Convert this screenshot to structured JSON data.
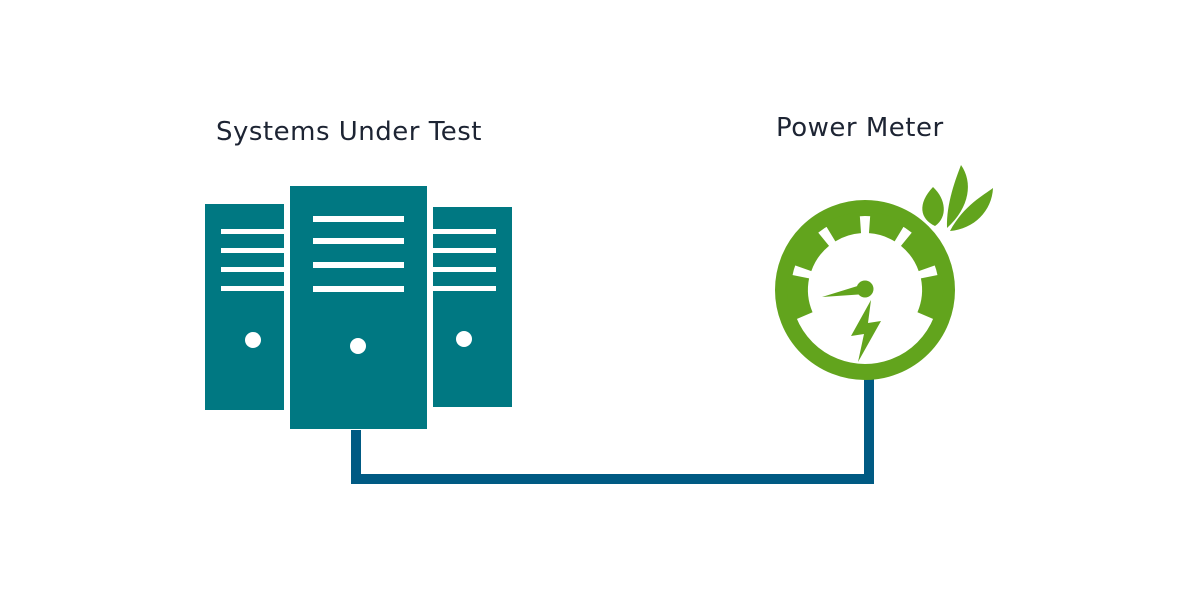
{
  "labels": {
    "systems_under_test": "Systems Under Test",
    "power_meter": "Power Meter"
  },
  "icons": {
    "servers": "server-rack-icon",
    "meter": "power-meter-gauge-icon",
    "leaves": "leaf-icon",
    "bolt": "lightning-bolt-icon"
  },
  "colors": {
    "server": "#007882",
    "connector": "#005a83",
    "meter_green": "#62a41d",
    "text": "#1d2433",
    "background": "#ffffff"
  },
  "gauge": {
    "needle_direction": "left"
  }
}
